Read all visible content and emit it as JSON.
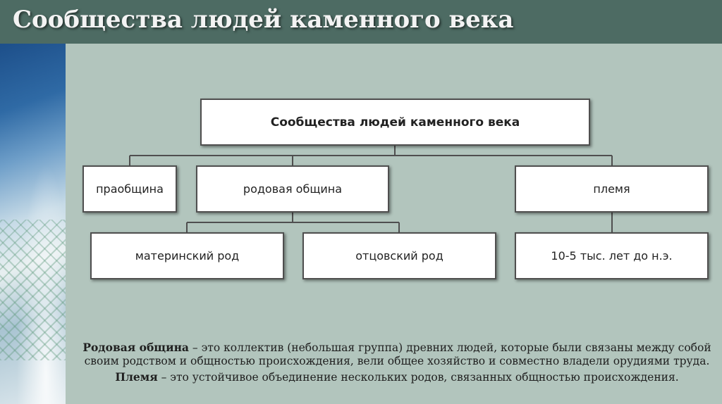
{
  "slide": {
    "title": "Сообщества людей каменного века"
  },
  "diagram": {
    "root": "Сообщества людей каменного века",
    "level1": [
      "праобщина",
      "родовая община",
      "племя"
    ],
    "level2": {
      "rodovaya": [
        "материнский род",
        "отцовский род"
      ],
      "plemya": "10-5 тыс. лет до н.э."
    }
  },
  "notes": {
    "rodovaya_term": "Родовая община",
    "rodovaya_def": " – это коллектив (небольшая группа) древних людей, которые были связаны между собой своим родством и общностью происхождения, вели общее хозяйство и совместно владели орудиями труда.",
    "plemya_term": "Племя",
    "plemya_def": " – это устойчивое объединение нескольких родов, связанных общностью происхождения."
  },
  "colors": {
    "header_bg": "#4d6b63",
    "slide_bg": "#b2c5bd",
    "line": "#4f4f4f"
  }
}
